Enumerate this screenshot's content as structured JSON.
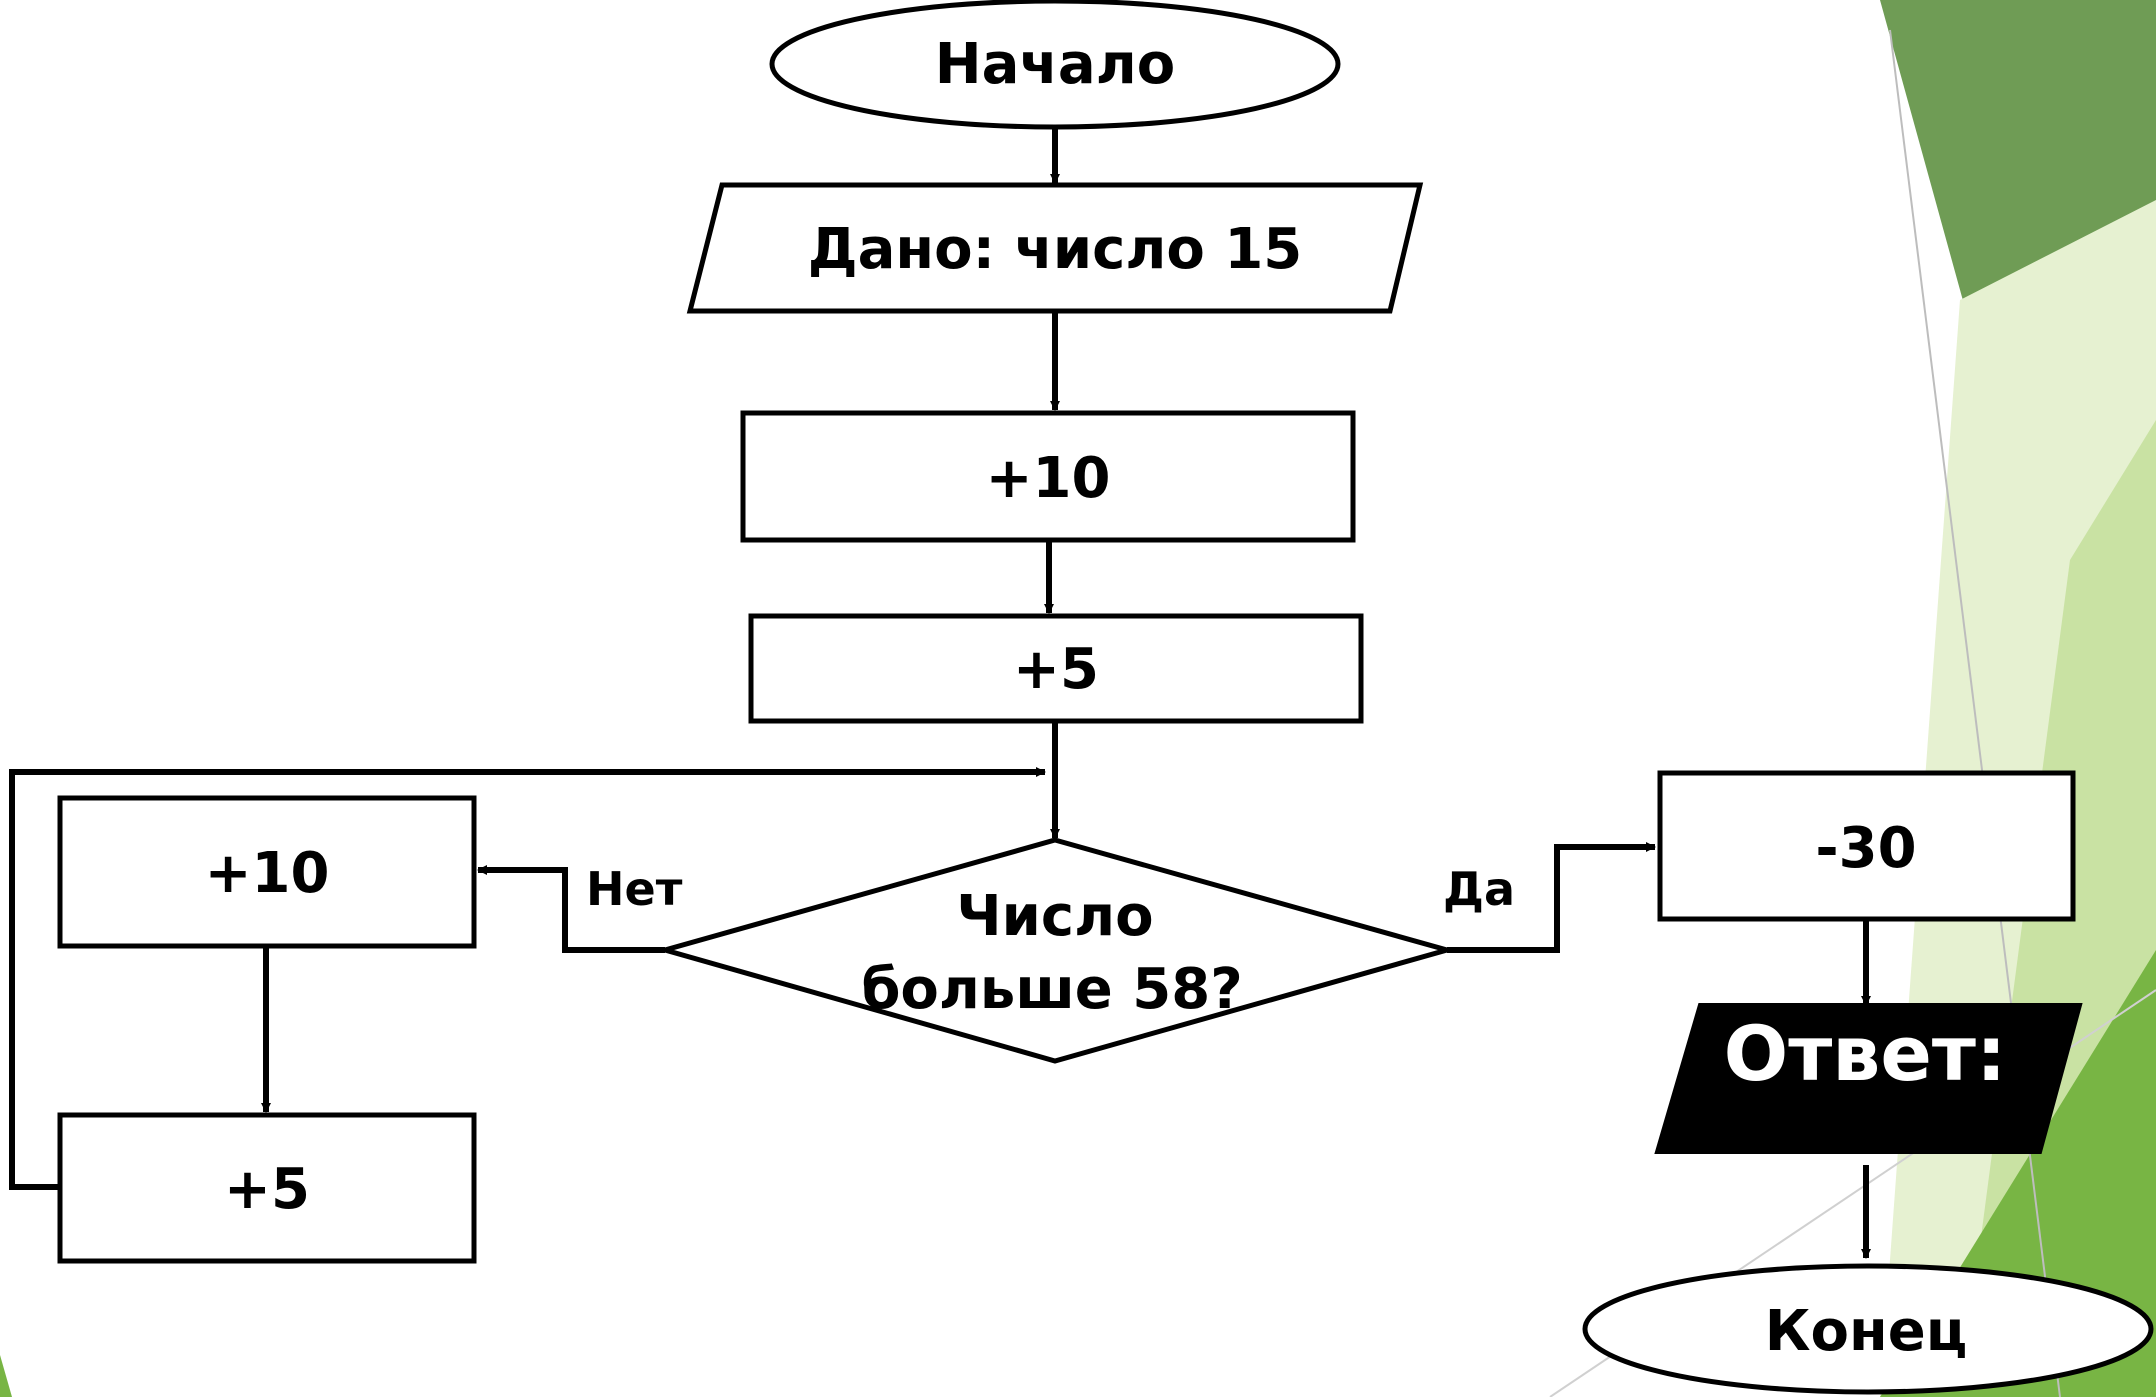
{
  "slide": {
    "colors": {
      "background": "#ffffff",
      "stroke": "#000000",
      "answer_fill": "#000000",
      "answer_text": "#ffffff",
      "accent_dark": "#5f9142",
      "accent_mid": "#78b544",
      "accent_light": "#c9e2a3",
      "accent_pale": "#e6f1d1"
    }
  },
  "flowchart": {
    "start": "Начало",
    "input": "Дано: число 15",
    "step1": "+10",
    "step2": "+5",
    "decision_line1": "Число",
    "decision_line2": "больше 58?",
    "no_label": "Нет",
    "yes_label": "Да",
    "loop_step1": "+10",
    "loop_step2": "+5",
    "yes_step": "-30",
    "output": "Ответ:",
    "end": "Конец"
  }
}
